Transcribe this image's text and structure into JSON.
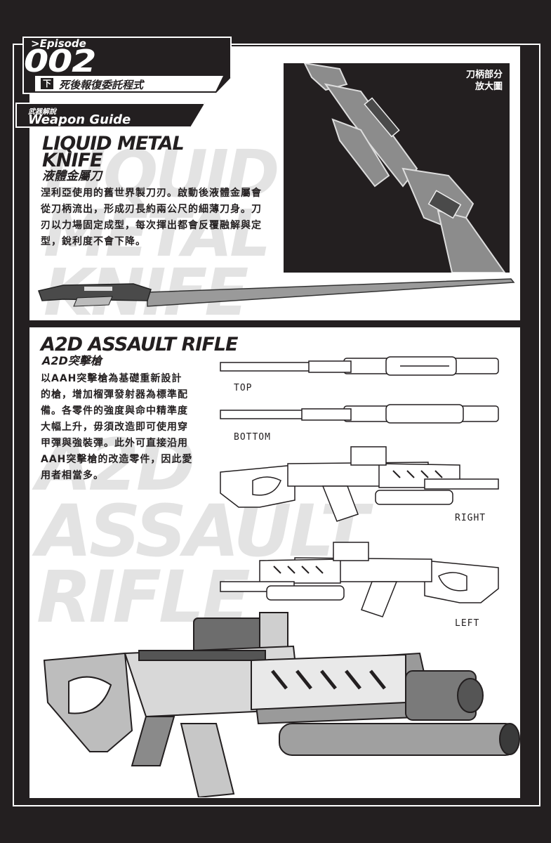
{
  "header": {
    "episode_label": ">Episode",
    "episode_number": "002",
    "volume_tag": "下",
    "episode_title": "死後報復委託程式",
    "section_small": "武器解說",
    "section_label": "Weapon Guide"
  },
  "knife": {
    "title_line1": "LIQUID METAL",
    "title_line2": "KNIFE",
    "subtitle": "液體金屬刀",
    "description_lines": [
      "涅利亞使用的舊世界製刀刃。啟動後液體金屬會",
      "從刀柄流出，形成刃長約兩公尺的細薄刀身。刀",
      "刃以力場固定成型，每次揮出都會反覆融解與定",
      "型，銳利度不會下降。"
    ],
    "watermark": "LIQUID\nMETAL\nKNIFE",
    "closeup_caption_line1": "刀柄部分",
    "closeup_caption_line2": "放大圖"
  },
  "rifle": {
    "title": "A2D ASSAULT RIFLE",
    "subtitle": "A2D突擊槍",
    "description_lines": [
      "以AAH突擊槍為基礎重新設計",
      "的槍，增加榴彈發射器為標準配",
      "備。各零件的強度與命中精準度",
      "大幅上升，毋須改造即可使用穿",
      "甲彈與強裝彈。此外可直接沿用",
      "AAH突擊槍的改造零件，因此愛",
      "用者相當多。"
    ],
    "watermark": "A2D\nASSAULT\nRIFLE",
    "view_labels": {
      "top": "TOP",
      "bottom": "BOTTOM",
      "right": "RIGHT",
      "left": "LEFT"
    }
  }
}
